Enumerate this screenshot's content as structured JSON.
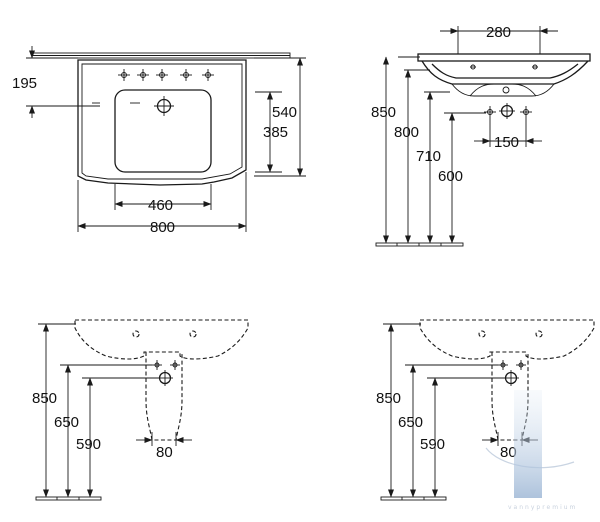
{
  "top_view": {
    "d195": "195",
    "d540": "540",
    "d385": "385",
    "d460": "460",
    "d800": "800"
  },
  "side_view": {
    "d280": "280",
    "d850": "850",
    "d800": "800",
    "d710": "710",
    "d600": "600",
    "d150": "150"
  },
  "pedestal_left": {
    "d850": "850",
    "d650": "650",
    "d590": "590",
    "d80": "80"
  },
  "pedestal_right": {
    "d850": "850",
    "d650": "650",
    "d590": "590",
    "d80": "80"
  },
  "watermark": {
    "text": "vannypremium"
  }
}
